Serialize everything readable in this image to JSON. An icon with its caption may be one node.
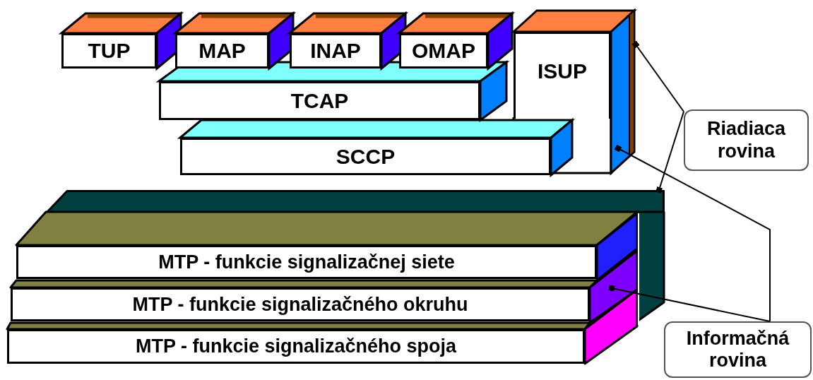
{
  "diagram": {
    "nodes": [
      {
        "text": [
          "TUP"
        ]
      },
      {
        "text": [
          "MAP"
        ]
      },
      {
        "text": [
          "INAP"
        ]
      },
      {
        "text": [
          "OMAP"
        ]
      },
      {
        "text": [
          "ISUP"
        ]
      },
      {
        "text": [
          "TCAP"
        ]
      },
      {
        "text": [
          "SCCP"
        ]
      },
      {
        "text": [
          "MTP - funkcie signalizačnej siete"
        ]
      },
      {
        "text": [
          "MTP - funkcie signalizačného okruhu"
        ]
      },
      {
        "text": [
          "MTP - funkcie signalizačného spoja"
        ]
      },
      {
        "text": [
          "Riadiaca rovina"
        ]
      },
      {
        "text": [
          "Informačná rovina"
        ]
      },
      {
        "text": [],
        "shape": "bar"
      }
    ],
    "edges": [
      {
        "from": 10,
        "to": 4,
        "arrow": "other"
      },
      {
        "from": 10,
        "to": 12,
        "arrow": "other"
      },
      {
        "from": 11,
        "to": 4,
        "arrow": "other"
      },
      {
        "from": 11,
        "to": 8,
        "arrow": "other"
      }
    ]
  }
}
